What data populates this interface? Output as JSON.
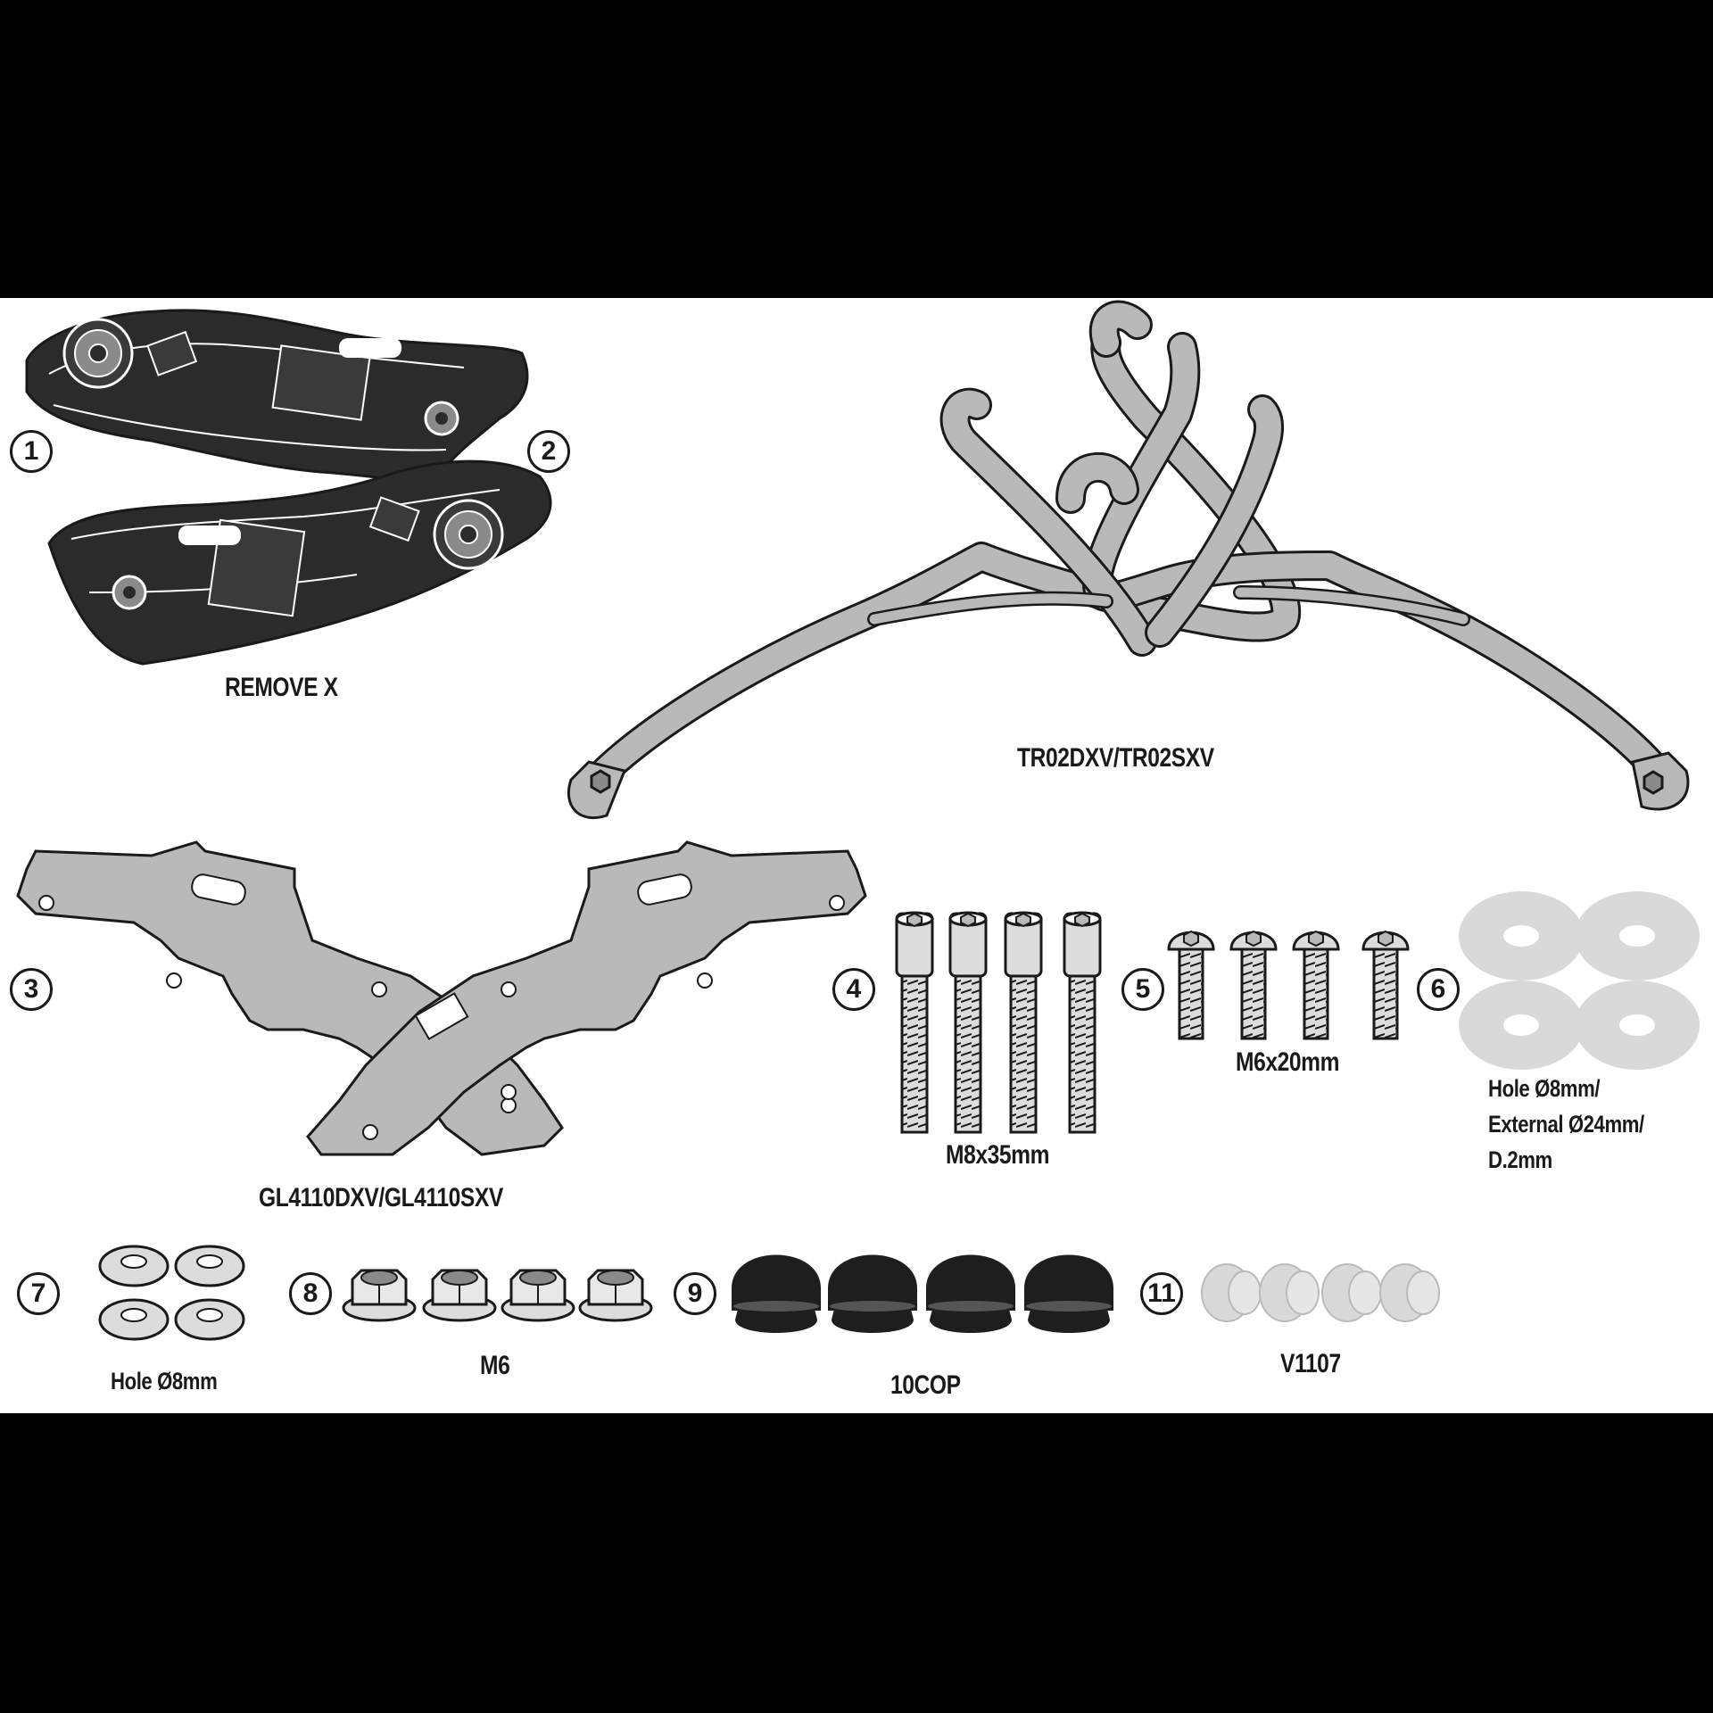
{
  "colors": {
    "background": "#000000",
    "panel": "#ffffff",
    "ink": "#1a1a1a",
    "dark_part": "#2b2b2b",
    "metal": "#b9b9b9",
    "light_part": "#d9d9d9",
    "cap": "#1e1e1e"
  },
  "numbers": [
    "1",
    "2",
    "3",
    "4",
    "5",
    "6",
    "7",
    "8",
    "9",
    "11"
  ],
  "labels": {
    "remove": "REMOVE X",
    "rack": "TR02DXV/TR02SXV",
    "plates": "GL4110DXV/GL4110SXV",
    "bolt_m8": "M8x35mm",
    "bolt_m6": "M6x20mm",
    "washer_line1": "Hole Ø8mm/",
    "washer_line2": "External Ø24mm/",
    "washer_line3": "D.2mm",
    "spring_washer": "Hole Ø8mm",
    "nut": "M6",
    "cap": "10COP",
    "spacer": "V1107"
  }
}
